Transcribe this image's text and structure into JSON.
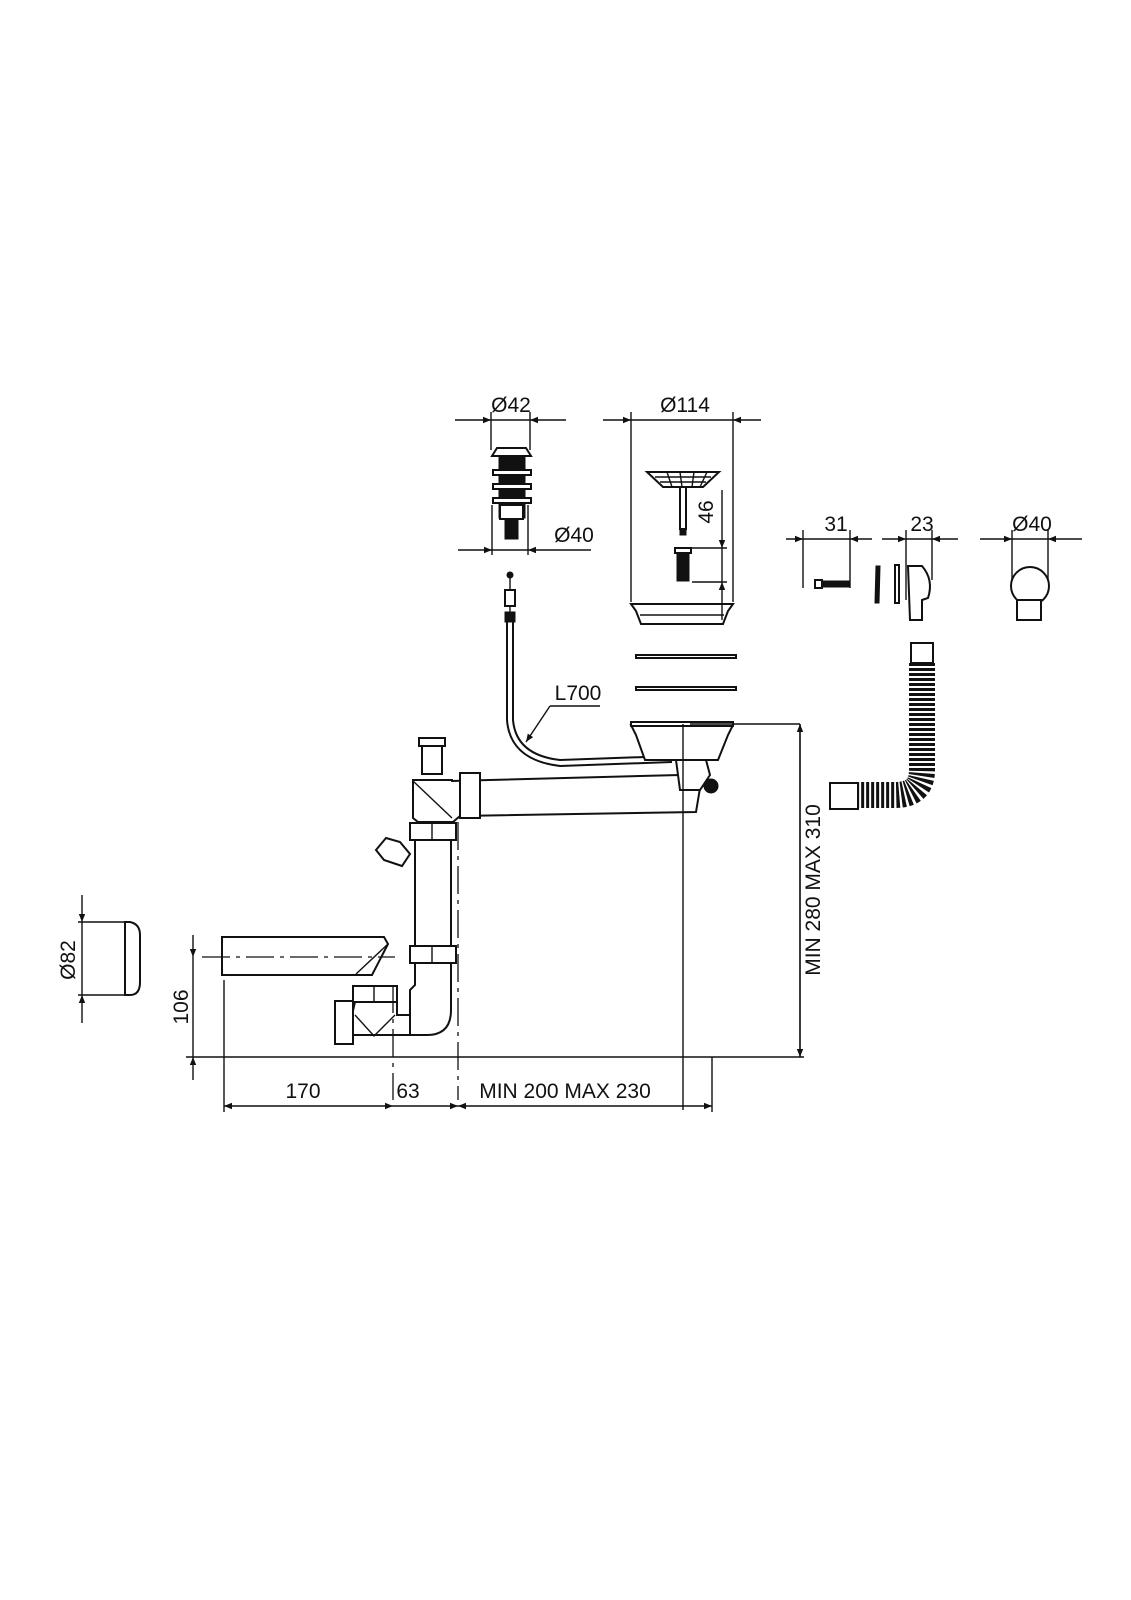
{
  "drawing": {
    "dimensions": {
      "pushbutton_top_diameter": "Ø42",
      "pushbutton_bottom_diameter": "Ø40",
      "strainer_diameter": "Ø114",
      "strainer_plug_height": "46",
      "screw_length": "31",
      "overflow_depth": "23",
      "overflow_diameter": "Ø40",
      "cable_length": "L700",
      "height_range": "MIN 280 MAX 310",
      "cap_diameter": "Ø82",
      "outlet_height": "106",
      "outlet_length": "170",
      "outlet_offset": "63",
      "width_range": "MIN 200 MAX 230"
    }
  }
}
